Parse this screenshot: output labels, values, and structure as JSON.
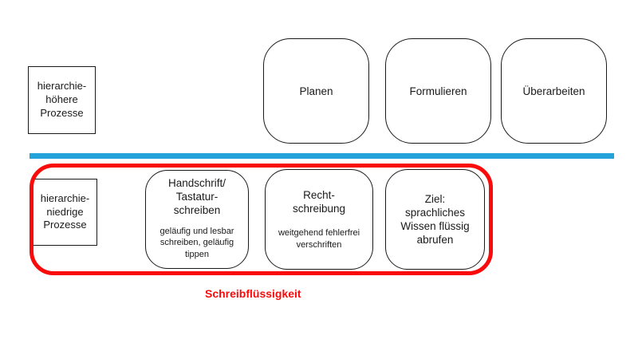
{
  "colors": {
    "divider_blue": "#24A3DA",
    "group_red": "#F90B0B",
    "box_border": "#1A1A1A",
    "background": "#FFFFFF"
  },
  "upper": {
    "side_box": {
      "lines": [
        "hierarchie-",
        "höhere",
        "Prozesse"
      ]
    },
    "processes": [
      {
        "label": "Planen"
      },
      {
        "label": "Formulieren"
      },
      {
        "label": "Überarbeiten"
      }
    ]
  },
  "lower": {
    "side_box": {
      "lines": [
        "hierarchie-",
        "niedrige",
        "Prozesse"
      ]
    },
    "processes": [
      {
        "title_lines": [
          "Handschrift/",
          "Tastatur-",
          "schreiben"
        ],
        "subtitle": "geläufig und lesbar schreiben, geläufig tippen"
      },
      {
        "title_lines": [
          "Recht-",
          "schreibung"
        ],
        "subtitle": "weitgehend fehlerfrei verschriften"
      },
      {
        "title_lines": [
          "Ziel:",
          "sprachliches",
          "Wissen flüssig",
          "abrufen"
        ],
        "subtitle": ""
      }
    ],
    "caption": "Schreibflüssigkeit"
  }
}
